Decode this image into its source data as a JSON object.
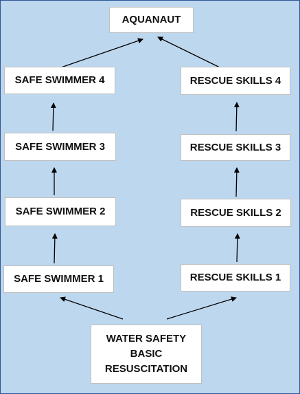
{
  "nodes": {
    "aquanaut": "AQUANAUT",
    "safe_swimmer_4": "SAFE SWIMMER 4",
    "safe_swimmer_3": "SAFE SWIMMER 3",
    "safe_swimmer_2": "SAFE SWIMMER 2",
    "safe_swimmer_1": "SAFE SWIMMER 1",
    "rescue_skills_4": "RESCUE SKILLS 4",
    "rescue_skills_3": "RESCUE SKILLS 3",
    "rescue_skills_2": "RESCUE SKILLS 2",
    "rescue_skills_1": "RESCUE SKILLS 1",
    "root": {
      "line1": "WATER SAFETY",
      "line2": "BASIC",
      "line3": "RESUSCITATION"
    }
  },
  "colors": {
    "background": "#bdd7ee",
    "box_fill": "#ffffff",
    "arrow": "#000000"
  }
}
